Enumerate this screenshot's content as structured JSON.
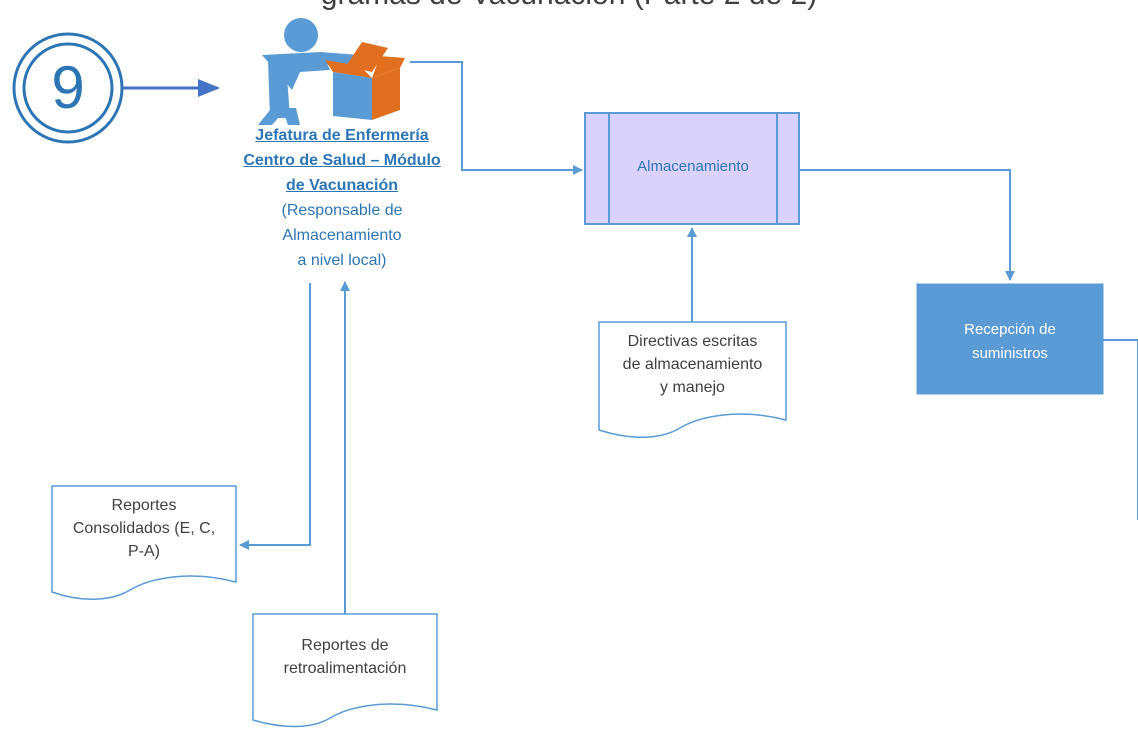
{
  "header": {
    "partial_title": "gramas de Vacunación (Parte 2 de 2)"
  },
  "step": {
    "number": "9"
  },
  "actor": {
    "name_line1": "Jefatura de Enfermería",
    "name_line2": "Centro de Salud – Módulo",
    "name_line3": "de Vacunación",
    "role_line1": "(Responsable de",
    "role_line2": "Almacenamiento",
    "role_line3": "a nivel local)",
    "icon": "person-packing-box-icon"
  },
  "process": {
    "label": "Almacenamiento"
  },
  "reception": {
    "line1": "Recepción de",
    "line2": "suministros"
  },
  "documents": {
    "directivas": [
      "Directivas escritas",
      "de almacenamiento",
      "y manejo"
    ],
    "consolidados": [
      "Reportes",
      "Consolidados (E, C,",
      "P-A)"
    ],
    "retro": [
      "Reportes de",
      "retroalimentación"
    ]
  },
  "colors": {
    "line": "#5B9BD5",
    "accent": "#2E75B6",
    "process_fill": "#D9D2FA",
    "process_border": "#5B9BD5",
    "reception_fill": "#5B9BD5",
    "box_orange": "#E07020"
  }
}
